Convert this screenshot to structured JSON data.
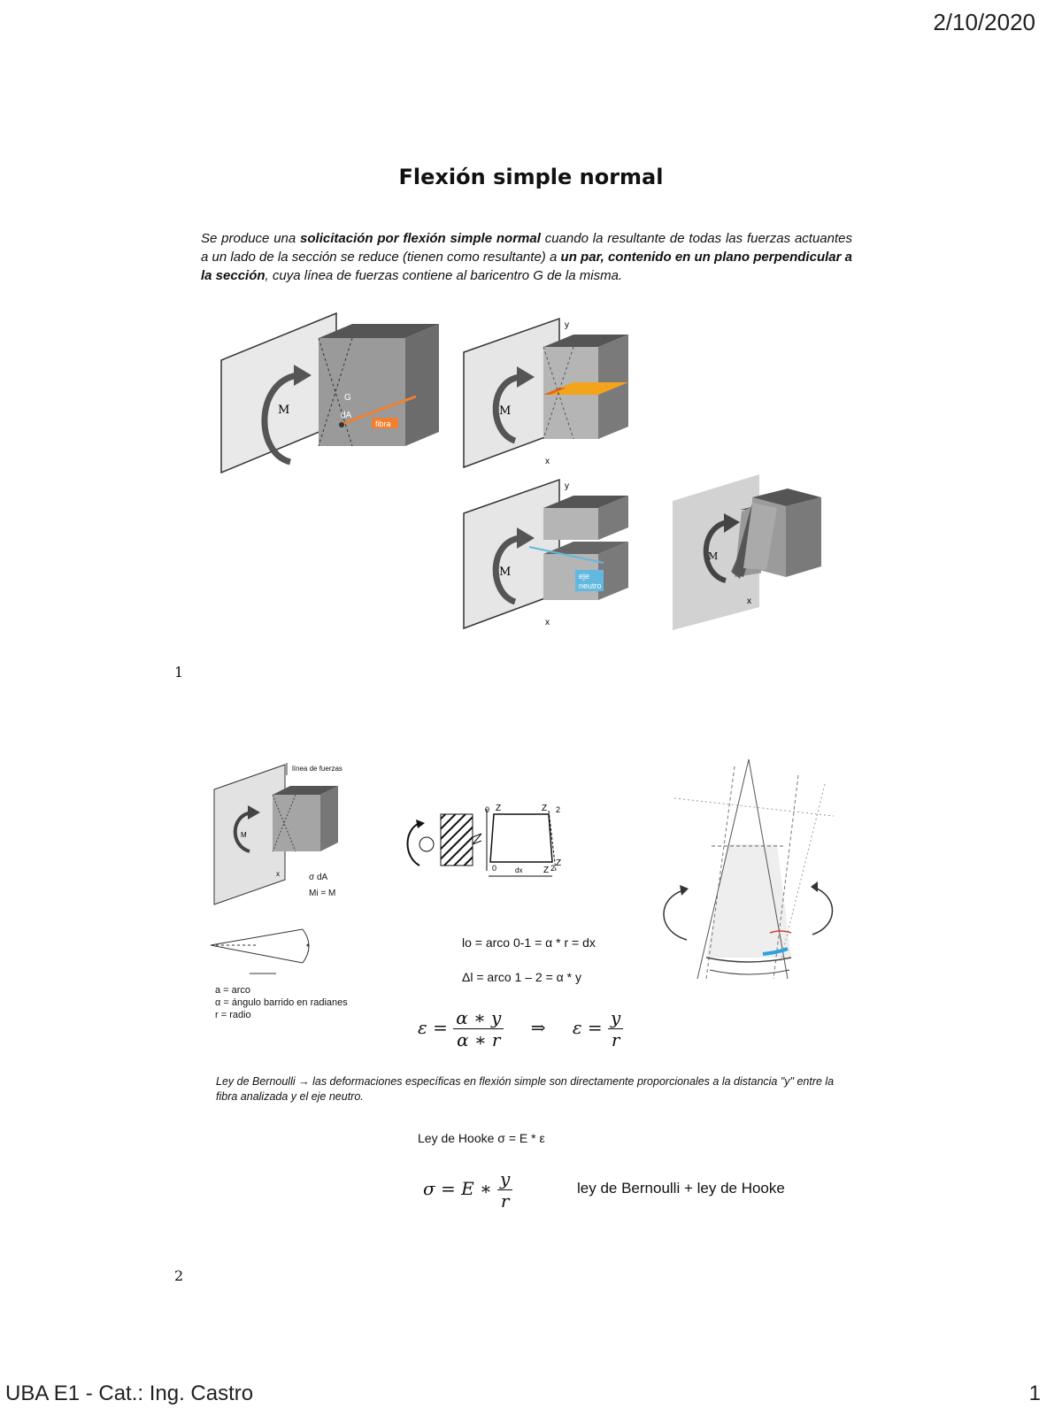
{
  "header": {
    "date": "2/10/2020"
  },
  "slide1": {
    "title": "Flexión simple normal",
    "intro": {
      "t1": "Se produce una ",
      "b1": "solicitación por flexión simple normal",
      "t2": " cuando la resultante de todas las fuerzas actuantes a un lado de la sección se reduce (tienen como resultante) a ",
      "b2": "un par, contenido en un plano perpendicular a la sección",
      "t3": ", cuya línea de fuerzas contiene al baricentro G de la misma."
    },
    "fig_labels": {
      "moment": "M",
      "g": "G",
      "da": "dA",
      "fibra": "fibra",
      "y": "y",
      "x": "x",
      "eje_neutro_1": "eje",
      "eje_neutro_2": "neutro"
    },
    "number": "1"
  },
  "slide2": {
    "fig_labels": {
      "linea_fuerzas": "línea de fuerzas",
      "sigma_da": "σ dA",
      "mi_m": "Mi = M",
      "dx": "dx",
      "z_labels": [
        "Z",
        "Z",
        "Z",
        "Z"
      ],
      "num_labels": [
        "0",
        "0",
        "2",
        "2"
      ]
    },
    "arc_legend": [
      "a = arco",
      "α = ángulo barrido en radianes",
      "r = radio"
    ],
    "eq_lo": "lo = arco 0-1 = α * r = dx",
    "eq_dl": "Δl = arco 1 – 2 = α * y",
    "eq_eps": {
      "epsilon": "ε",
      "num1": "α ∗ y",
      "den1": "α ∗ r",
      "arrow": "⇒",
      "num2": "y",
      "den2": "r"
    },
    "bernoulli": "Ley de Bernoulli  →  las deformaciones específicas en flexión simple son directamente proporcionales a la distancia \"y\" entre la fibra analizada y el eje neutro.",
    "hooke": "Ley de Hooke σ = E * ε",
    "eq_sigma": {
      "lhs": "σ = E ∗",
      "num": "y",
      "den": "r"
    },
    "eq_sigma_note": "ley de Bernoulli + ley de Hooke",
    "number": "2"
  },
  "footer": {
    "left": "UBA E1 - Cat.: Ing. Castro",
    "right": "1"
  }
}
